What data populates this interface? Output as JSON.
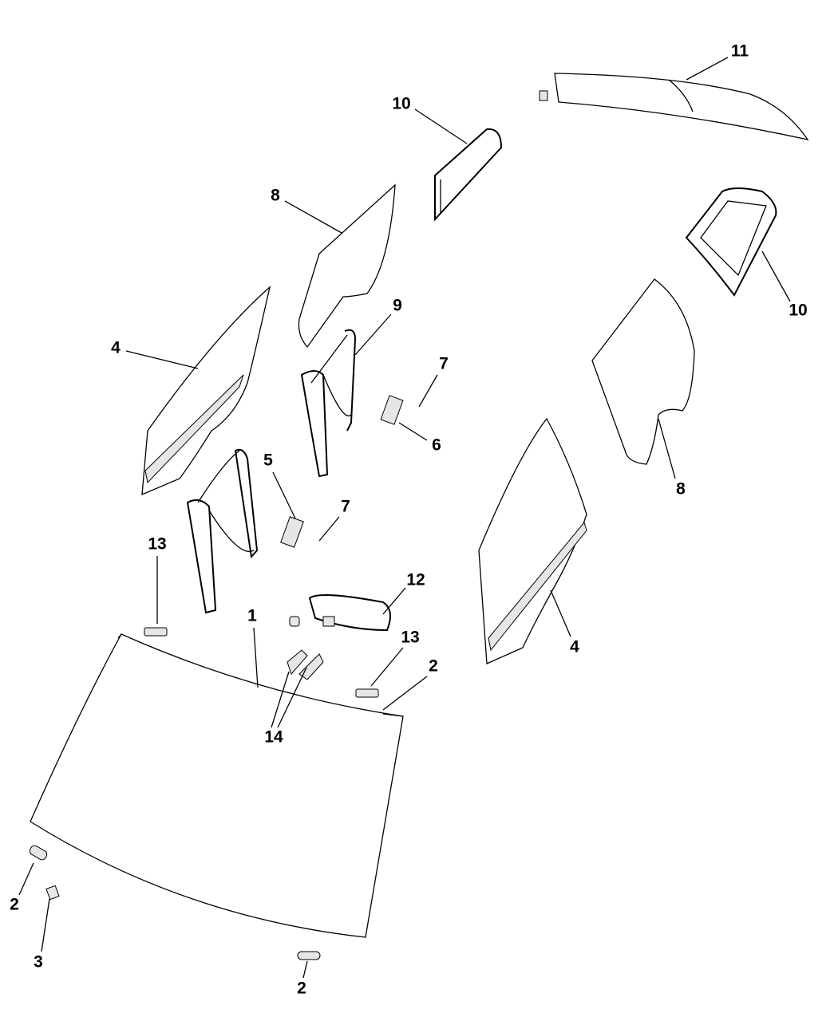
{
  "diagram": {
    "callouts": [
      "11",
      "10",
      "8",
      "10",
      "9",
      "7",
      "4",
      "6",
      "8",
      "5",
      "7",
      "13",
      "12",
      "1",
      "13",
      "2",
      "4",
      "14",
      "2",
      "3",
      "2"
    ]
  }
}
